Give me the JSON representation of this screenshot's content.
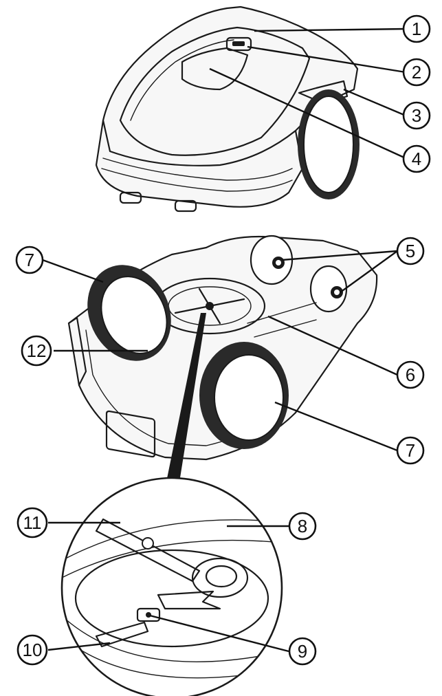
{
  "callouts": [
    {
      "id": "1",
      "label": "1"
    },
    {
      "id": "2",
      "label": "2"
    },
    {
      "id": "3",
      "label": "3"
    },
    {
      "id": "4",
      "label": "4"
    },
    {
      "id": "5",
      "label": "5"
    },
    {
      "id": "6",
      "label": "6"
    },
    {
      "id": "7a",
      "label": "7"
    },
    {
      "id": "7b",
      "label": "7"
    },
    {
      "id": "8",
      "label": "8"
    },
    {
      "id": "9",
      "label": "9"
    },
    {
      "id": "10",
      "label": "10"
    },
    {
      "id": "11",
      "label": "11"
    },
    {
      "id": "12",
      "label": "12"
    }
  ],
  "colors": {
    "ink": "#111111",
    "paper": "#ffffff",
    "tire": "#2a2a2a"
  }
}
